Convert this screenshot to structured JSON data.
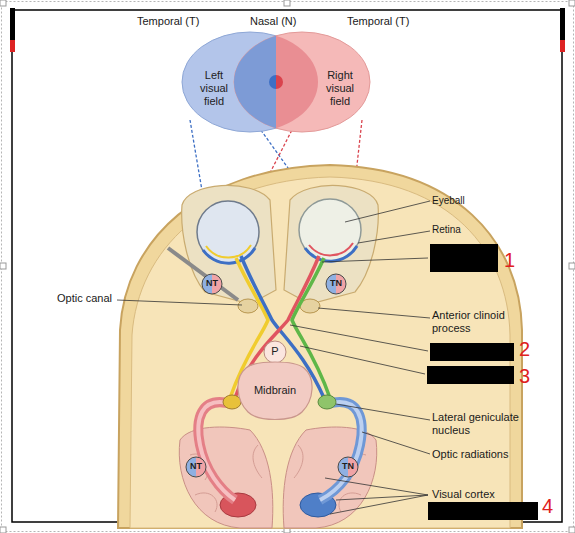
{
  "diagram": {
    "nodes": [
      {
        "text": [
          "Left visual field"
        ]
      },
      {
        "text": [
          "Right visual field"
        ]
      },
      {
        "text": [
          "NT"
        ]
      },
      {
        "text": [
          "TN"
        ]
      },
      {
        "text": [
          "P"
        ]
      },
      {
        "text": [
          "Midbrain"
        ]
      },
      {
        "text": [
          "NT"
        ]
      },
      {
        "text": [
          "TN"
        ]
      }
    ],
    "labels": [
      "Temporal (T)",
      "Nasal (N)",
      "Temporal (T)",
      "Eyeball",
      "Retina",
      "1",
      "Optic canal",
      "Anterior clinoid process",
      "2",
      "3",
      "Lateral geniculate nucleus",
      "Optic radiations",
      "Visual cortex",
      "4"
    ]
  }
}
